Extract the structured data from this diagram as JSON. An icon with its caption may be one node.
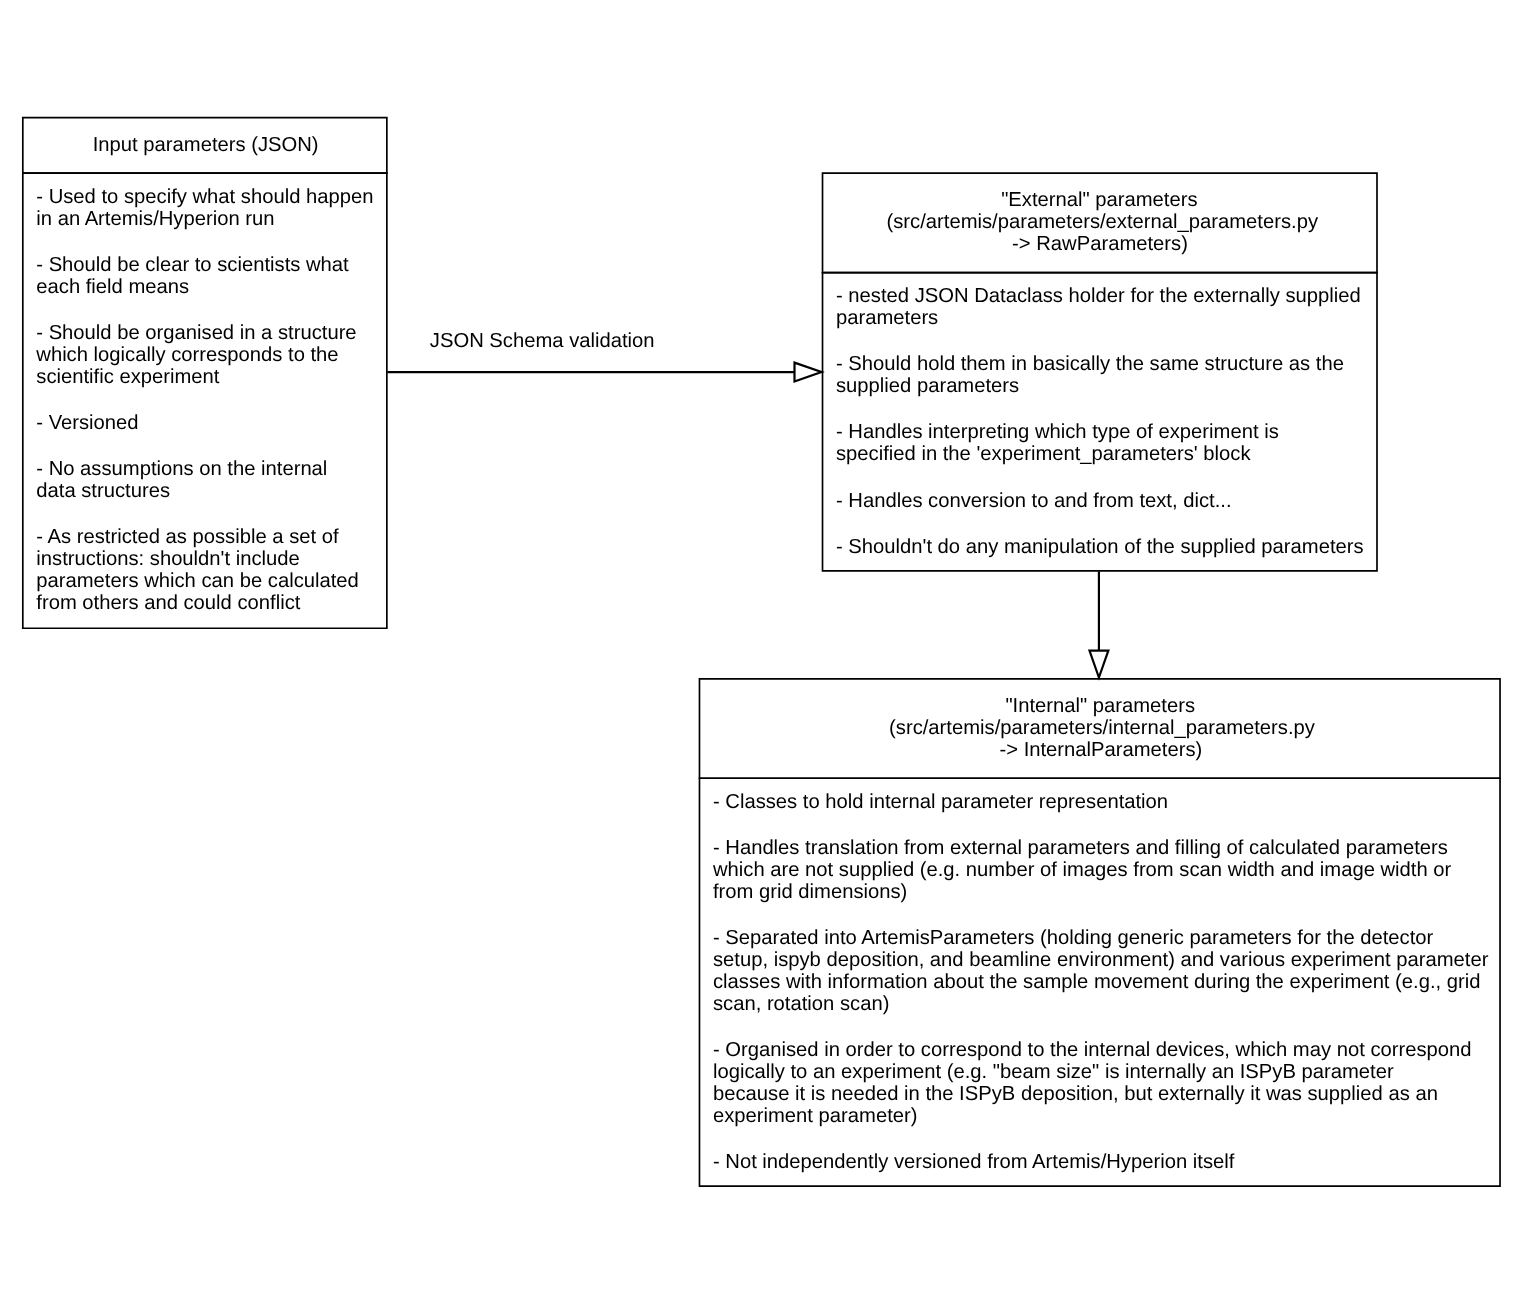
{
  "diagram": {
    "nodes": [
      {
        "text": [
          "Input parameters (JSON)",
          "- Used to specify what should happen in an Artemis/Hyperion run",
          "- Should be clear to scientists what each field means",
          "- Should be organised in a structure which logically corresponds to the scientific experiment",
          "- Versioned",
          "- No assumptions on the internal data structures",
          "- As restricted as possible a set of instructions: shouldn't include parameters which can be calculated from others and could conflict"
        ]
      },
      {
        "text": [
          "\"External\" parameters (src/artemis/parameters/external_parameters.py -> RawParameters)",
          "- nested JSON Dataclass holder for the externally supplied parameters",
          "- Should hold them in basically the same structure as the supplied parameters",
          "- Handles interpreting which type of experiment is specified in the 'experiment_parameters' block",
          "- Handles conversion to and from text, dict...",
          "- Shouldn't do any manipulation of the supplied parameters"
        ]
      },
      {
        "text": [
          "\"Internal\" parameters (src/artemis/parameters/internal_parameters.py -> InternalParameters)",
          "- Classes to hold internal parameter representation",
          "- Handles translation from external parameters and filling of calculated parameters which are not supplied (e.g. number of images from scan width and image width or from grid dimensions)",
          "- Separated into ArtemisParameters (holding generic parameters for the detector setup, ispyb deposition, and beamline environment) and various experiment parameter classes with information about the sample movement during the experiment (e.g., grid scan, rotation scan)",
          "- Organised in order to correspond to the internal devices, which may not correspond logically to an experiment (e.g. \"beam size\" is internally an ISPyB parameter because it is needed in the ISPyB deposition, but externally it was supplied as an experiment parameter)",
          "- Not independently versioned from Artemis/Hyperion itself"
        ]
      }
    ],
    "edges": [
      {
        "from": 0,
        "to": 1,
        "arrow": "to",
        "label": "JSON Schema validation"
      },
      {
        "from": 1,
        "to": 2,
        "arrow": "to"
      }
    ]
  }
}
